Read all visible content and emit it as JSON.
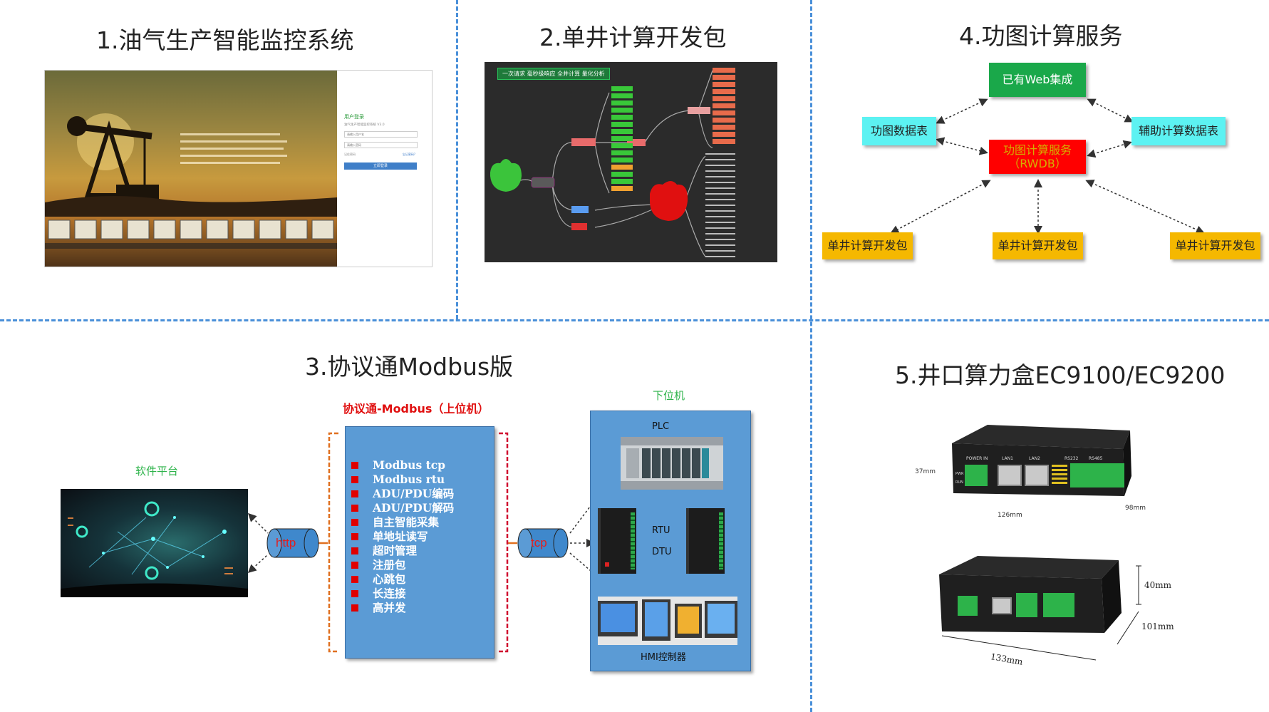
{
  "panel1": {
    "title": "1.油气生产智能监控系统",
    "login": {
      "heading": "用户登录",
      "subtitle": "油气生产智能监控系统 V3.0",
      "username_placeholder": "请输入用户名",
      "password_placeholder": "请输入密码",
      "remember_label": "记住密码",
      "forgot_label": "忘记密码?",
      "login_button": "立即登录"
    }
  },
  "panel2": {
    "title": "2.单井计算开发包",
    "banner": "一次请求 毫秒级响应 全井计算 量化分析"
  },
  "panel3": {
    "title": "3.协议通Modbus版",
    "software_label": "软件平台",
    "center_title": "协议通-Modbus（上位机）",
    "features": [
      "Modbus tcp",
      "Modbus rtu",
      "ADU/PDU编码",
      "ADU/PDU解码",
      "自主智能采集",
      "单地址读写",
      "超时管理",
      "注册包",
      "心跳包",
      "长连接",
      "高并发"
    ],
    "http_label": "http",
    "tcp_label": "tcp",
    "lower_label": "下位机",
    "plc_label": "PLC",
    "rtu_label": "RTU",
    "dtu_label": "DTU",
    "hmi_label": "HMI控制器"
  },
  "panel4": {
    "title": "4.功图计算服务",
    "web_box": "已有Web集成",
    "left_table": "功图数据表",
    "right_table": "辅助计算数据表",
    "service_line1": "功图计算服务",
    "service_line2": "（RWDB）",
    "sdk_boxes": [
      "单井计算开发包",
      "单井计算开发包",
      "单井计算开发包"
    ],
    "colors": {
      "green": "#1aa84a",
      "red": "#ff0000",
      "cyan": "#5cf2f2",
      "yellow": "#f5b800"
    }
  },
  "panel5": {
    "title": "5.井口算力盒EC9100/EC9200",
    "box1": {
      "height": "37mm",
      "width": "126mm",
      "depth": "98mm",
      "ports": [
        "POWER IN",
        "LAN1",
        "LAN2",
        "RS232",
        "RS485"
      ],
      "side": [
        "PWR",
        "RUN"
      ]
    },
    "box2": {
      "height": "40mm",
      "width": "133mm",
      "depth": "101mm"
    }
  }
}
